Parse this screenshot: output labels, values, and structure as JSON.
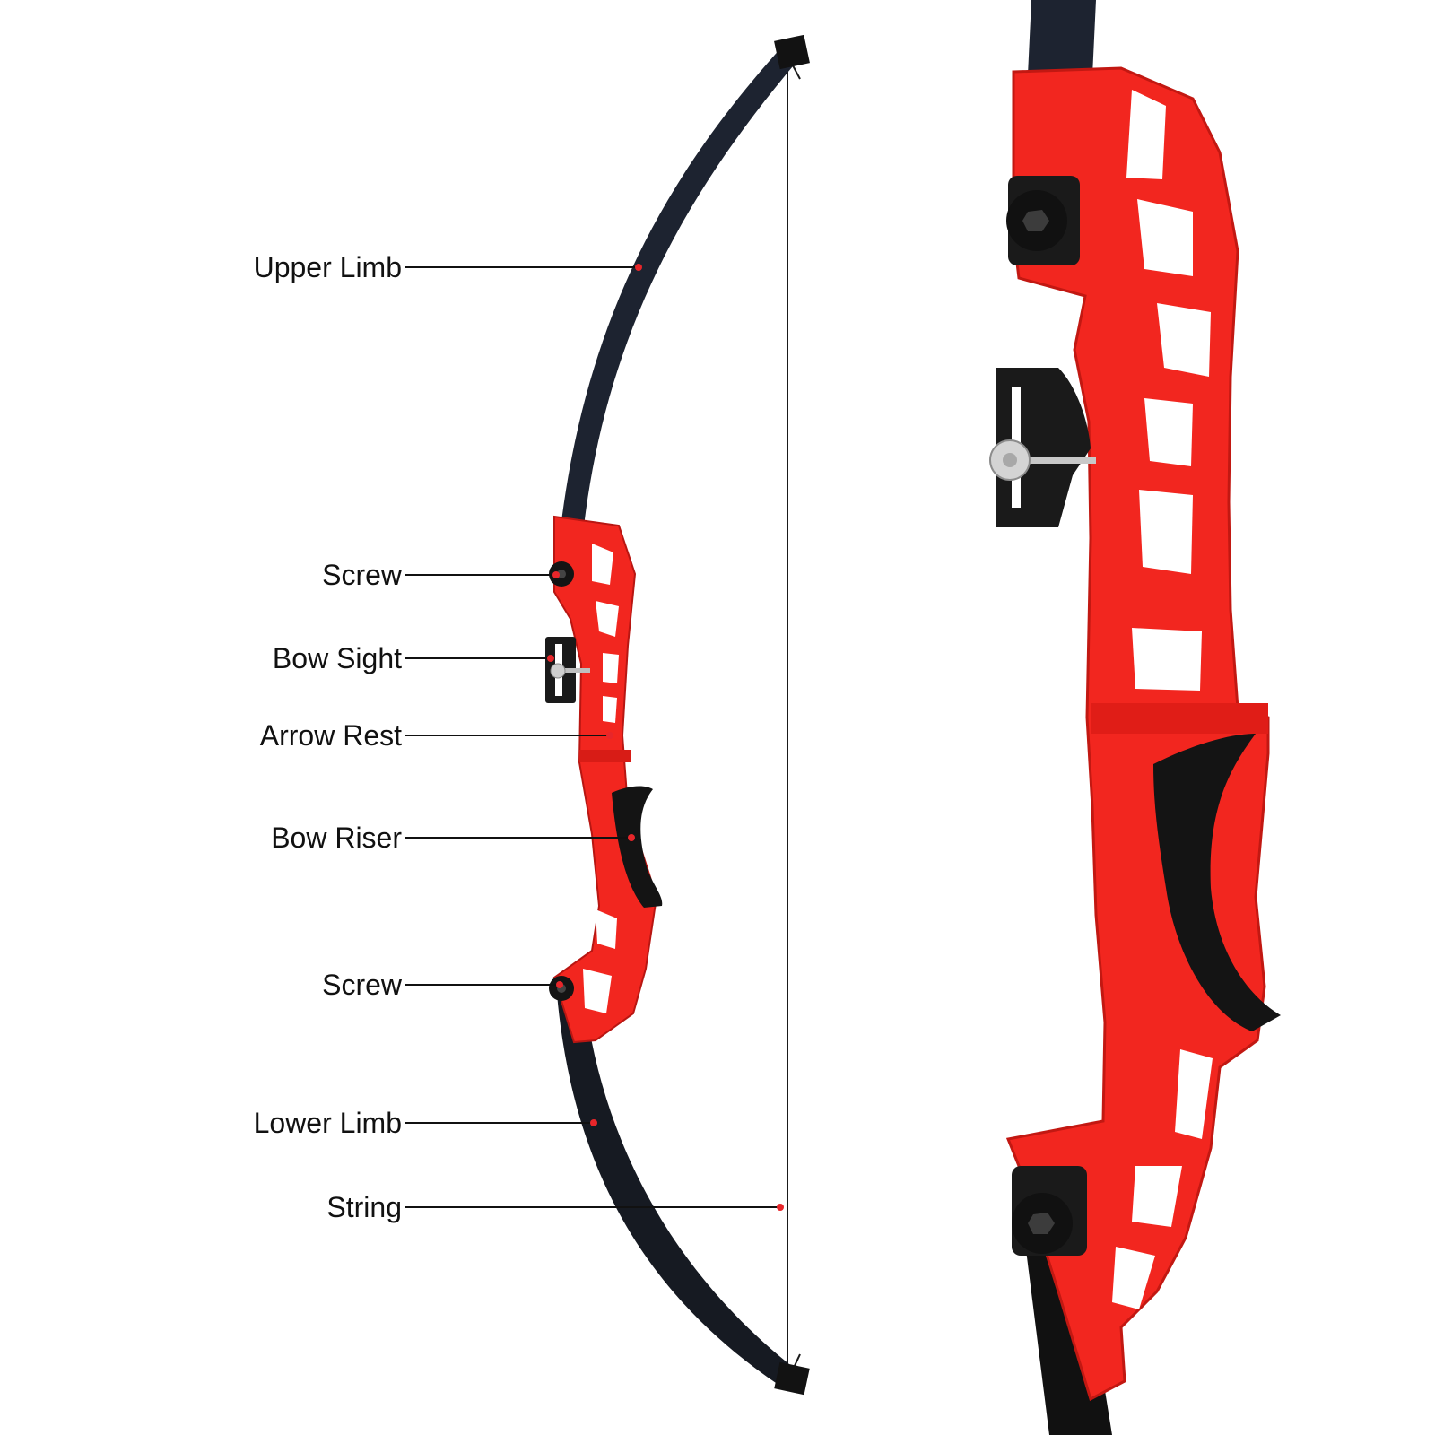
{
  "diagram": {
    "callouts": [
      {
        "id": "upper-limb",
        "label": "Upper Limb"
      },
      {
        "id": "screw-upper",
        "label": "Screw"
      },
      {
        "id": "bow-sight",
        "label": "Bow Sight"
      },
      {
        "id": "arrow-rest",
        "label": "Arrow Rest"
      },
      {
        "id": "bow-riser",
        "label": "Bow Riser"
      },
      {
        "id": "screw-lower",
        "label": "Screw"
      },
      {
        "id": "lower-limb",
        "label": "Lower Limb"
      },
      {
        "id": "string",
        "label": "String"
      }
    ]
  },
  "colors": {
    "riser": "#f2261f",
    "riser_dark": "#b81612",
    "limb": "#1d2330",
    "grip": "#141414",
    "leader": "#111111",
    "marker": "#e8262a",
    "background": "#ffffff"
  }
}
